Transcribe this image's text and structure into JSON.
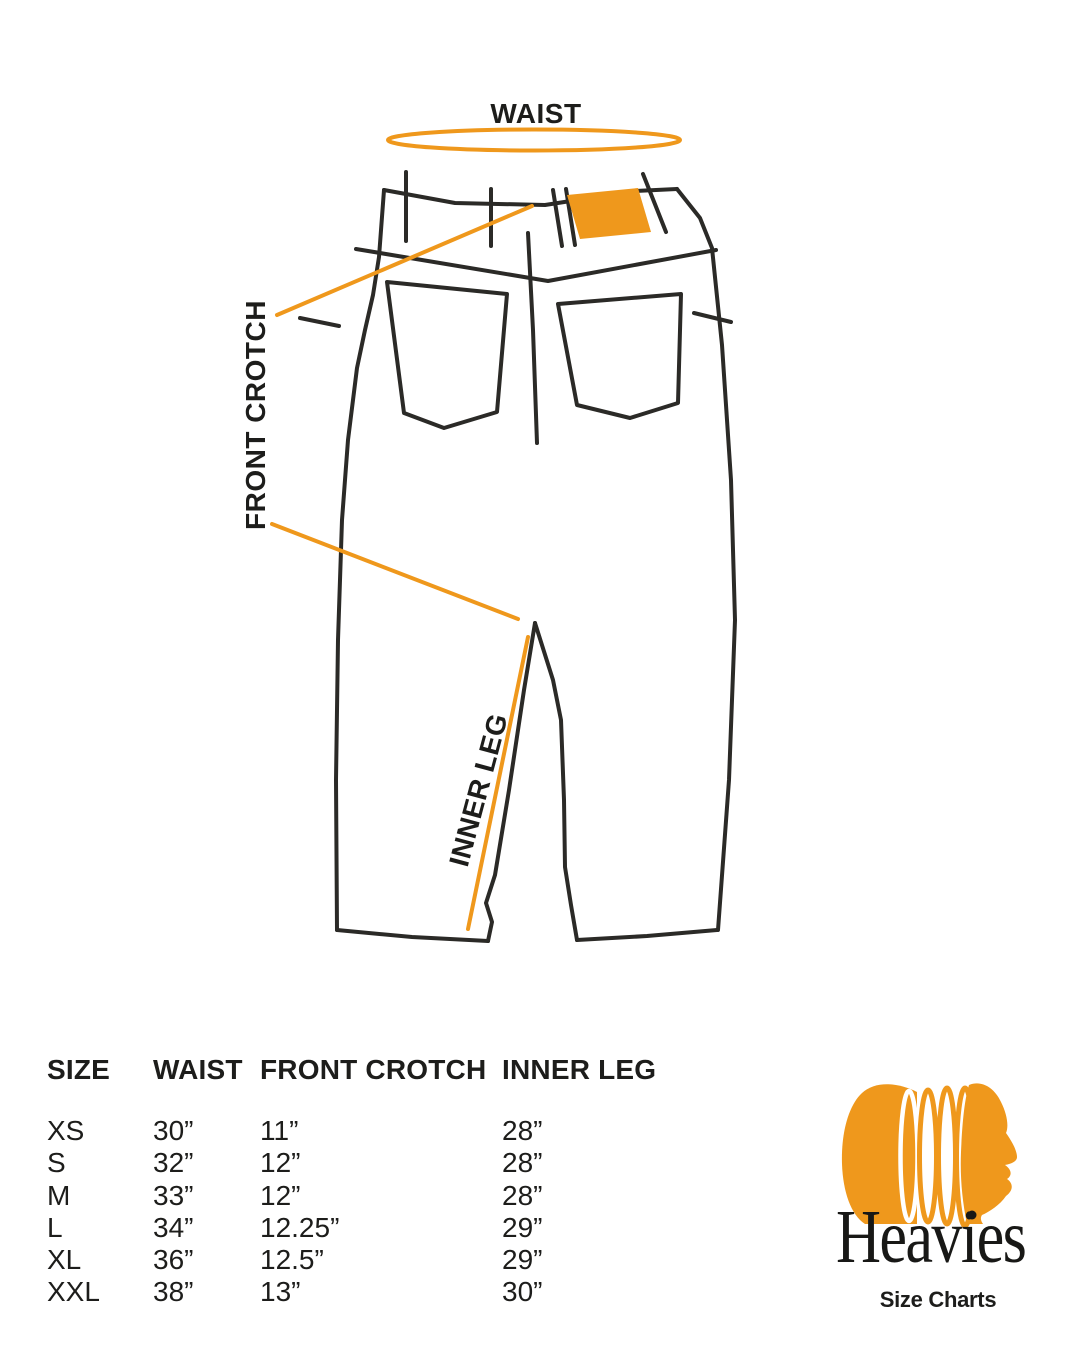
{
  "diagram": {
    "waist_label": "WAIST",
    "front_crotch_label": "FRONT CROTCH",
    "inner_leg_label": "INNER LEG"
  },
  "size_table": {
    "headers": [
      "SIZE",
      "WAIST",
      "FRONT CROTCH",
      "INNER LEG"
    ],
    "rows": [
      {
        "size": "XS",
        "waist": "30”",
        "front_crotch": "11”",
        "inner_leg": "28”"
      },
      {
        "size": "S",
        "waist": "32”",
        "front_crotch": "12”",
        "inner_leg": "28”"
      },
      {
        "size": "M",
        "waist": "33”",
        "front_crotch": "12”",
        "inner_leg": "28”"
      },
      {
        "size": "L",
        "waist": "34”",
        "front_crotch": "12.25”",
        "inner_leg": "29”"
      },
      {
        "size": "XL",
        "waist": "36”",
        "front_crotch": "12.5”",
        "inner_leg": "29”"
      },
      {
        "size": "XXL",
        "waist": "38”",
        "front_crotch": "13”",
        "inner_leg": "30”"
      }
    ]
  },
  "brand": {
    "name": "Heavies",
    "tagline": "Size Charts"
  },
  "colors": {
    "accent_orange": "#EF981C",
    "line_black": "#2B2A27"
  }
}
